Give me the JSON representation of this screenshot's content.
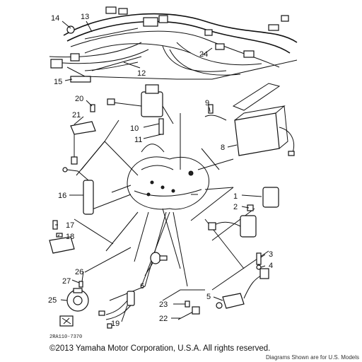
{
  "callouts": [
    {
      "id": "c14",
      "label": "14"
    },
    {
      "id": "c13",
      "label": "13"
    },
    {
      "id": "c24",
      "label": "24"
    },
    {
      "id": "c12",
      "label": "12"
    },
    {
      "id": "c15",
      "label": "15"
    },
    {
      "id": "c20",
      "label": "20"
    },
    {
      "id": "c9",
      "label": "9"
    },
    {
      "id": "c21",
      "label": "21"
    },
    {
      "id": "c10",
      "label": "10"
    },
    {
      "id": "c11",
      "label": "11"
    },
    {
      "id": "c8",
      "label": "8"
    },
    {
      "id": "c16",
      "label": "16"
    },
    {
      "id": "c1",
      "label": "1"
    },
    {
      "id": "c2",
      "label": "2"
    },
    {
      "id": "c17",
      "label": "17"
    },
    {
      "id": "c18",
      "label": "18"
    },
    {
      "id": "c3",
      "label": "3"
    },
    {
      "id": "c4",
      "label": "4"
    },
    {
      "id": "c27",
      "label": "27"
    },
    {
      "id": "c26",
      "label": "26"
    },
    {
      "id": "c6",
      "label": "6"
    },
    {
      "id": "c5",
      "label": "5"
    },
    {
      "id": "c25",
      "label": "25"
    },
    {
      "id": "c23",
      "label": "23"
    },
    {
      "id": "c22",
      "label": "22"
    },
    {
      "id": "c19",
      "label": "19"
    }
  ],
  "drawing_code": "2RA110-7370",
  "copyright": "©2013 Yamaha Motor Corporation, U.S.A. All rights reserved.",
  "models_note": "Diagrams Shown are for U.S. Models"
}
